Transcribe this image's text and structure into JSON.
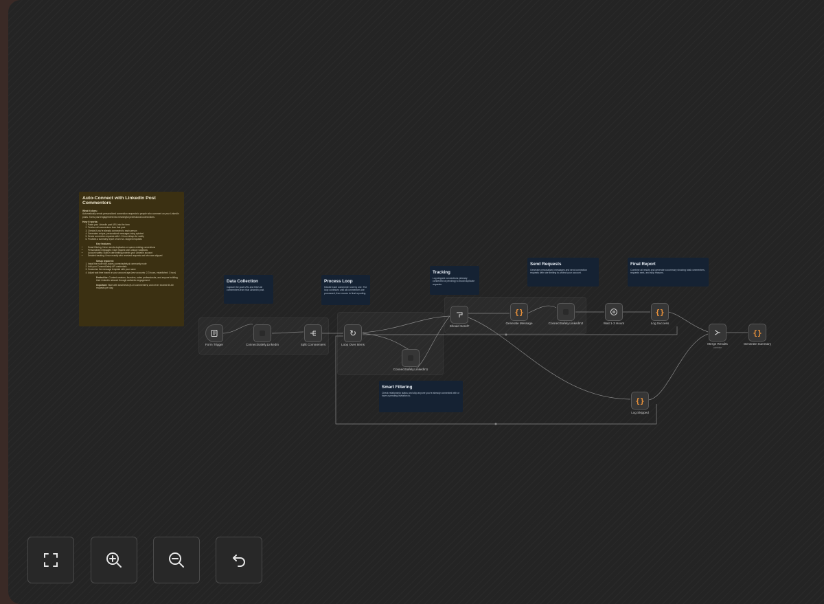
{
  "sticky": {
    "title": "Auto-Connect with LinkedIn Post Commentors",
    "what_heading": "What it does:",
    "what_body": "Automatically sends personalized connection requests to people who comment on your LinkedIn posts. Turns post engagement into meaningful professional connections.",
    "how_heading": "How it works:",
    "how_items": [
      "Paste your LinkedIn post URL into the form",
      "Fetches all commenters from that post",
      "Checks if you're already connected to each person",
      "Generates unique, personalized messages using spintext",
      "Sends connection requests with 1-3 hour delays for safety",
      "Provides a summary report of sent vs. skipped requests"
    ],
    "key_heading": "Key features:",
    "key_items": [
      "Smart filtering: Never sends duplicates or spams existing connections",
      "Personalized messages: Each request uses unique variations",
      "Account safety: Built-in rate limiting protects your LinkedIn account",
      "Detailed tracking: Know exactly who received requests and who was skipped"
    ],
    "setup_heading": "Setup required:",
    "setup_items": [
      "Install the node n8n-nodes-connectsafely.ai community node",
      "Add your ConnectSafely API credentials",
      "Customize the message template with your name",
      "Adjust wait time based on your account age (new accounts: 2-3 hours, established: 1 hour)"
    ],
    "perfect_label": "Perfect for:",
    "perfect_body": "Content creators, founders, sales professionals, and anyone building their LinkedIn network through authentic engagement.",
    "important_label": "Important:",
    "important_body": "Start with small tests (5-10 commenters) and never exceed 50-60 requests per day."
  },
  "notes": {
    "data_collection": {
      "title": "Data Collection",
      "body": "Capture the post URL and fetch all commenters from that LinkedIn post."
    },
    "process_loop": {
      "title": "Process Loop",
      "body": "Handle each commenter one by one. The loop continues until all commenters are processed, then moves to final reporting."
    },
    "tracking": {
      "title": "Tracking",
      "body": "Log skipped connections (already connected or pending) to avoid duplicate requests."
    },
    "send_requests": {
      "title": "Send Requests",
      "body": "Generate personalized messages and send connection requests with rate limiting to protect your account."
    },
    "final_report": {
      "title": "Final Report",
      "body": "Combine all results and generate a summary showing total commenters, requests sent, and skip reasons."
    },
    "smart_filtering": {
      "title": "Smart Filtering",
      "body": "Check relationship status and skip anyone you're already connected with or have a pending invitation to."
    }
  },
  "nodes": {
    "form_trigger": "Form Trigger",
    "connectsafely_linkedin": "ConnectSafely.LinkedIn",
    "split_commenters": "Split Commenters",
    "loop_over_items": "Loop Over Items",
    "connectsafely_linkedin1": "ConnectSafely.LinkedIn1",
    "should_send": "Should Send?",
    "generate_message": "Generate Message",
    "connectsafely_linkedin2": "ConnectSafely.LinkedIn2",
    "wait": "Wait 1-3 Hours",
    "log_success": "Log Success",
    "log_skipped": "Log Skipped",
    "merge_results": "Merge Results",
    "merge_sub": "combine",
    "generate_summary": "Generate Summary",
    "code_glyph": "{}"
  },
  "controls": {
    "fit": "fit-view",
    "zoom_in": "zoom-in",
    "zoom_out": "zoom-out",
    "undo": "undo"
  },
  "colors": {
    "canvas": "#242424",
    "sticky_yellow": "#3b3012",
    "sticky_blue": "#152233",
    "code_accent": "#e8913a",
    "outer": "#3a2a26"
  }
}
